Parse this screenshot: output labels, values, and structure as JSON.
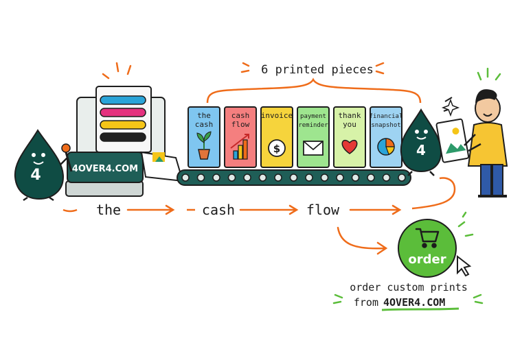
{
  "header": {
    "pieces_label": "6 printed pieces"
  },
  "press": {
    "label": "4OVER4.COM"
  },
  "mascot_badge": "4",
  "cards": [
    {
      "line1": "the",
      "line2": "cash",
      "color": "#7fc6f0",
      "icon": "plant-icon"
    },
    {
      "line1": "cash",
      "line2": "flow",
      "color": "#f47f7f",
      "icon": "bar-chart-icon"
    },
    {
      "line1": "invoice",
      "line2": "",
      "color": "#f6d43c",
      "icon": "dollar-coin-icon"
    },
    {
      "line1": "payment",
      "line2": "reminder",
      "color": "#9ee58f",
      "icon": "envelope-icon"
    },
    {
      "line1": "thank",
      "line2": "you",
      "color": "#d7f2a8",
      "icon": "heart-icon"
    },
    {
      "line1": "financial",
      "line2": "snapshot",
      "color": "#9ed3f2",
      "icon": "pie-chart-icon"
    }
  ],
  "flow_words": [
    "the",
    "cash",
    "flow"
  ],
  "order_button": {
    "label": "order"
  },
  "cta": {
    "line1": "order custom prints",
    "line2_prefix": "from",
    "site": "4OVER4.COM"
  },
  "colors": {
    "orange": "#ef6c1a",
    "green": "#5bbd3a",
    "teal": "#0f4c44",
    "belt": "#1f5e57",
    "ink": "#1d1d1d"
  }
}
